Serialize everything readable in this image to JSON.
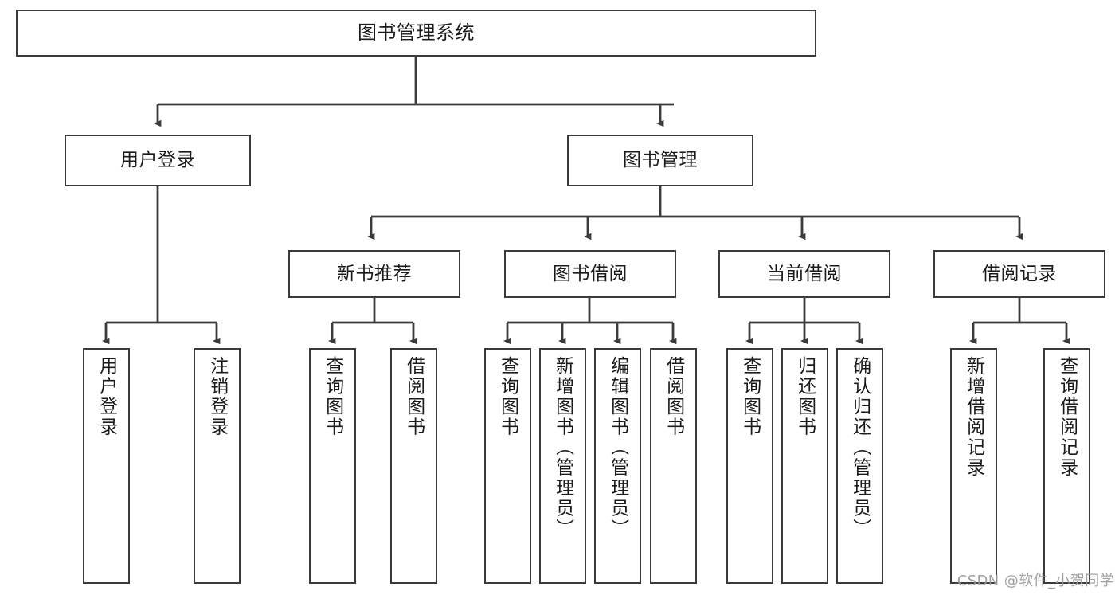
{
  "diagram": {
    "title": "图书管理系统",
    "type": "tree",
    "orientation": "top-down",
    "line_color": "#3b3b3b",
    "box_fill": "#ffffff",
    "text_color": "#1b1b1b"
  },
  "nodes": {
    "root": {
      "label": "图书管理系统",
      "level": 1
    },
    "user_login": {
      "label": "用户登录",
      "level": 2
    },
    "book_manage": {
      "label": "图书管理",
      "level": 2
    },
    "new_book_rec": {
      "label": "新书推荐",
      "level": 3
    },
    "book_borrow": {
      "label": "图书借阅",
      "level": 3
    },
    "current_borrow": {
      "label": "当前借阅",
      "level": 3
    },
    "borrow_record": {
      "label": "借阅记录",
      "level": 3
    },
    "leaf_user_login": {
      "label": "用户登录",
      "level": 3
    },
    "leaf_logout": {
      "label": "注销登录",
      "level": 3
    },
    "leaf_query_book_1": {
      "label": "查询图书",
      "level": 4
    },
    "leaf_borrow_book_1": {
      "label": "借阅图书",
      "level": 4
    },
    "leaf_query_book_2": {
      "label": "查询图书",
      "level": 4
    },
    "leaf_add_book": {
      "label": "新增图书（管理员）",
      "level": 4
    },
    "leaf_edit_book": {
      "label": "编辑图书（管理员）",
      "level": 4
    },
    "leaf_borrow_book_2": {
      "label": "借阅图书",
      "level": 4
    },
    "leaf_query_book_3": {
      "label": "查询图书",
      "level": 4
    },
    "leaf_return_book": {
      "label": "归还图书",
      "level": 4
    },
    "leaf_confirm_return": {
      "label": "确认归还（管理员）",
      "level": 4
    },
    "leaf_add_record": {
      "label": "新增借阅记录",
      "level": 4
    },
    "leaf_query_record": {
      "label": "查询借阅记录",
      "level": 4
    }
  },
  "edges": [
    {
      "from": "root",
      "to": "user_login"
    },
    {
      "from": "root",
      "to": "book_manage"
    },
    {
      "from": "user_login",
      "to": "leaf_user_login"
    },
    {
      "from": "user_login",
      "to": "leaf_logout"
    },
    {
      "from": "book_manage",
      "to": "new_book_rec"
    },
    {
      "from": "book_manage",
      "to": "book_borrow"
    },
    {
      "from": "book_manage",
      "to": "current_borrow"
    },
    {
      "from": "book_manage",
      "to": "borrow_record"
    },
    {
      "from": "new_book_rec",
      "to": "leaf_query_book_1"
    },
    {
      "from": "new_book_rec",
      "to": "leaf_borrow_book_1"
    },
    {
      "from": "book_borrow",
      "to": "leaf_query_book_2"
    },
    {
      "from": "book_borrow",
      "to": "leaf_add_book"
    },
    {
      "from": "book_borrow",
      "to": "leaf_edit_book"
    },
    {
      "from": "book_borrow",
      "to": "leaf_borrow_book_2"
    },
    {
      "from": "current_borrow",
      "to": "leaf_query_book_3"
    },
    {
      "from": "current_borrow",
      "to": "leaf_return_book"
    },
    {
      "from": "current_borrow",
      "to": "leaf_confirm_return"
    },
    {
      "from": "borrow_record",
      "to": "leaf_add_record"
    },
    {
      "from": "borrow_record",
      "to": "leaf_query_record"
    }
  ],
  "watermark": {
    "text": "CSDN @软件_小贺同学"
  }
}
